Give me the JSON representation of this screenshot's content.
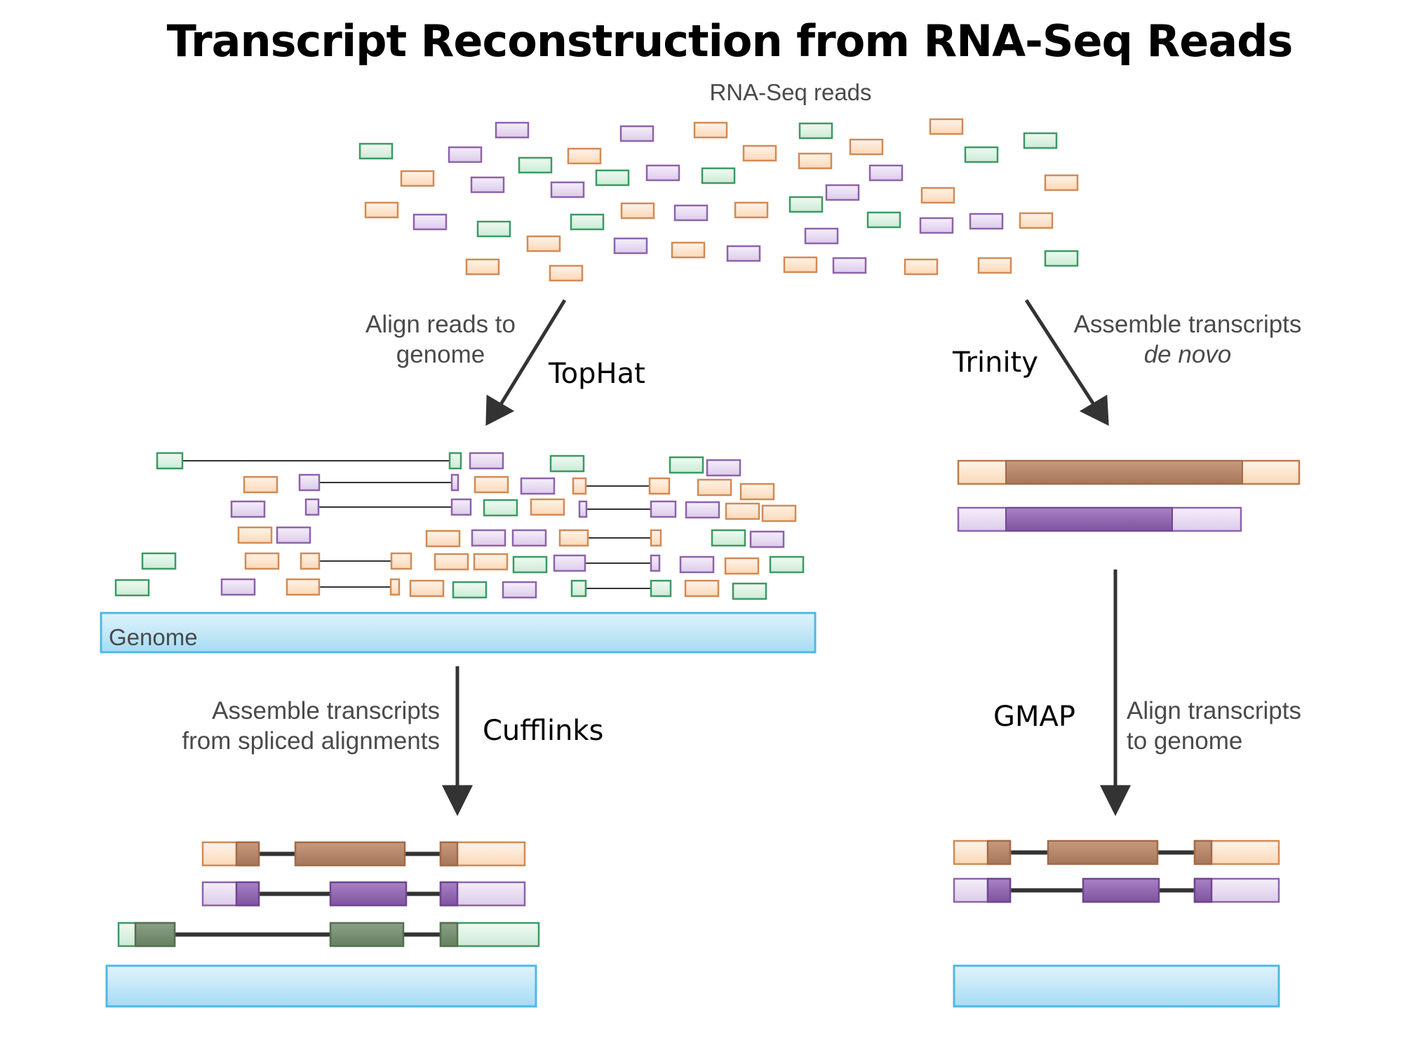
{
  "title": "Transcript Reconstruction from RNA-Seq Reads",
  "labels": {
    "reads": "RNA-Seq reads",
    "align_line1": "Align reads to",
    "align_line2": "genome",
    "assemble_denovo_line1": "Assemble transcripts",
    "assemble_denovo_line2": "de novo",
    "genome": "Genome",
    "assemble_spliced_line1": "Assemble transcripts",
    "assemble_spliced_line2": "from spliced alignments",
    "align_transcripts_line1": "Align transcripts",
    "align_transcripts_line2": "to genome"
  },
  "tools": {
    "tophat": "TopHat",
    "trinity": "Trinity",
    "cufflinks": "Cufflinks",
    "gmap": "GMAP"
  },
  "colors": {
    "orange_stroke": "#d28a55",
    "orange_fill": "#fde4cb",
    "purple_stroke": "#8e62ac",
    "purple_fill": "#e7dcf1",
    "green_stroke": "#3b9a62",
    "green_fill": "#dcf1e2",
    "genome_stroke": "#4fb8e4",
    "genome_fill": "#bfe6f8",
    "arrow": "#333333"
  }
}
